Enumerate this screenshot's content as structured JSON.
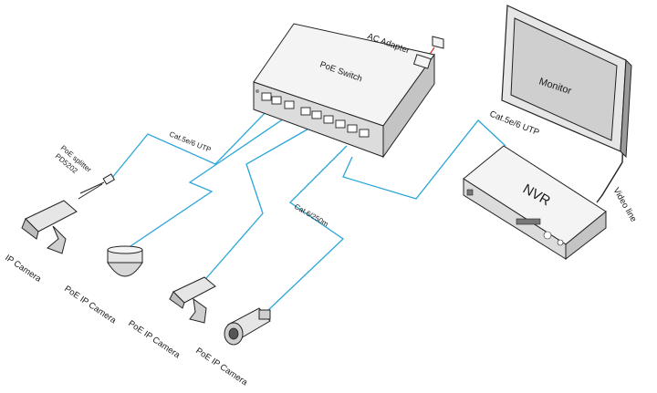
{
  "devices": {
    "switch": "PoE  Switch",
    "ac_adapter": "AC Adapter",
    "monitor": "Monitor",
    "nvr": "NVR",
    "splitter": [
      "PoE splitter",
      "PD5202"
    ]
  },
  "cables": {
    "utp_switch_to_splitter": "Cat.5e/6 UTP",
    "utp_switch_to_nvr": "Cat.5e/6 UTP",
    "long_run": "Cat.6/250m",
    "video_line": "Video line"
  },
  "cameras": [
    "IP Camera",
    "PoE IP Camera",
    "PoE IP Camera",
    "PoE IP Camera"
  ],
  "colors": {
    "network_cable": "#2aa7d9",
    "power_cable": "#d92a2a",
    "device_top": "#f4f4f4",
    "device_side": "#c9c9c9",
    "outline": "#222222"
  },
  "icons": [
    "rj45-port-icon",
    "power-plug-icon",
    "ptz-dome-camera-icon",
    "box-camera-icon",
    "bullet-camera-icon"
  ]
}
